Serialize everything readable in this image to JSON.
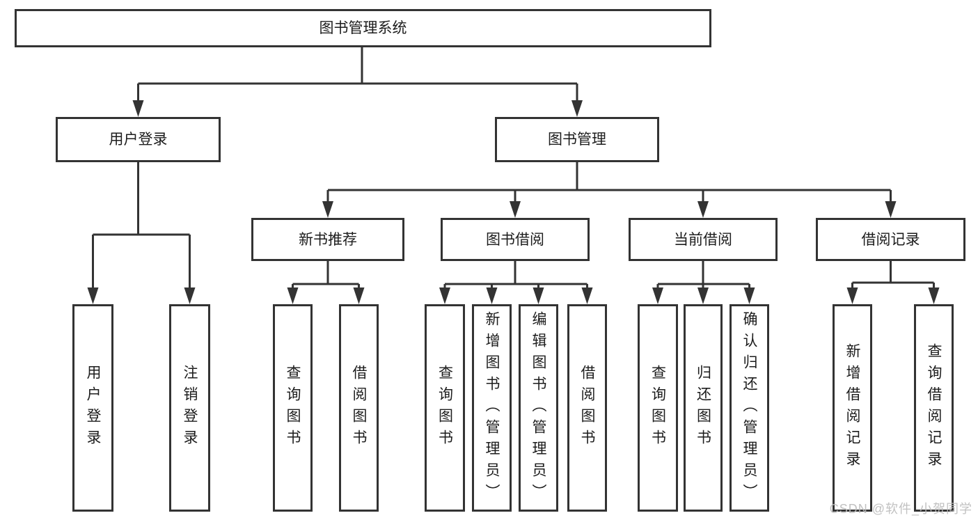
{
  "diagram": {
    "root": "图书管理系统",
    "level2": {
      "user_login": "用户登录",
      "book_management": "图书管理"
    },
    "level3": {
      "new_book_recommend": "新书推荐",
      "book_borrowing": "图书借阅",
      "current_borrowing": "当前借阅",
      "borrowing_records": "借阅记录"
    },
    "leaves": {
      "user": [
        "用户登录",
        "注销登录"
      ],
      "recommend": [
        "查询图书",
        "借阅图书"
      ],
      "borrowing": [
        "查询图书",
        "新增图书（管理员）",
        "编辑图书（管理员）",
        "借阅图书"
      ],
      "current": [
        "查询图书",
        "归还图书",
        "确认归还（管理员）"
      ],
      "records": [
        "新增借阅记录",
        "查询借阅记录"
      ]
    }
  },
  "watermark": "CSDN @软件_小贺同学",
  "colors": {
    "line": "#333333",
    "text": "#1c1c1c",
    "background": "#ffffff",
    "watermark": "#bcbcbc"
  }
}
